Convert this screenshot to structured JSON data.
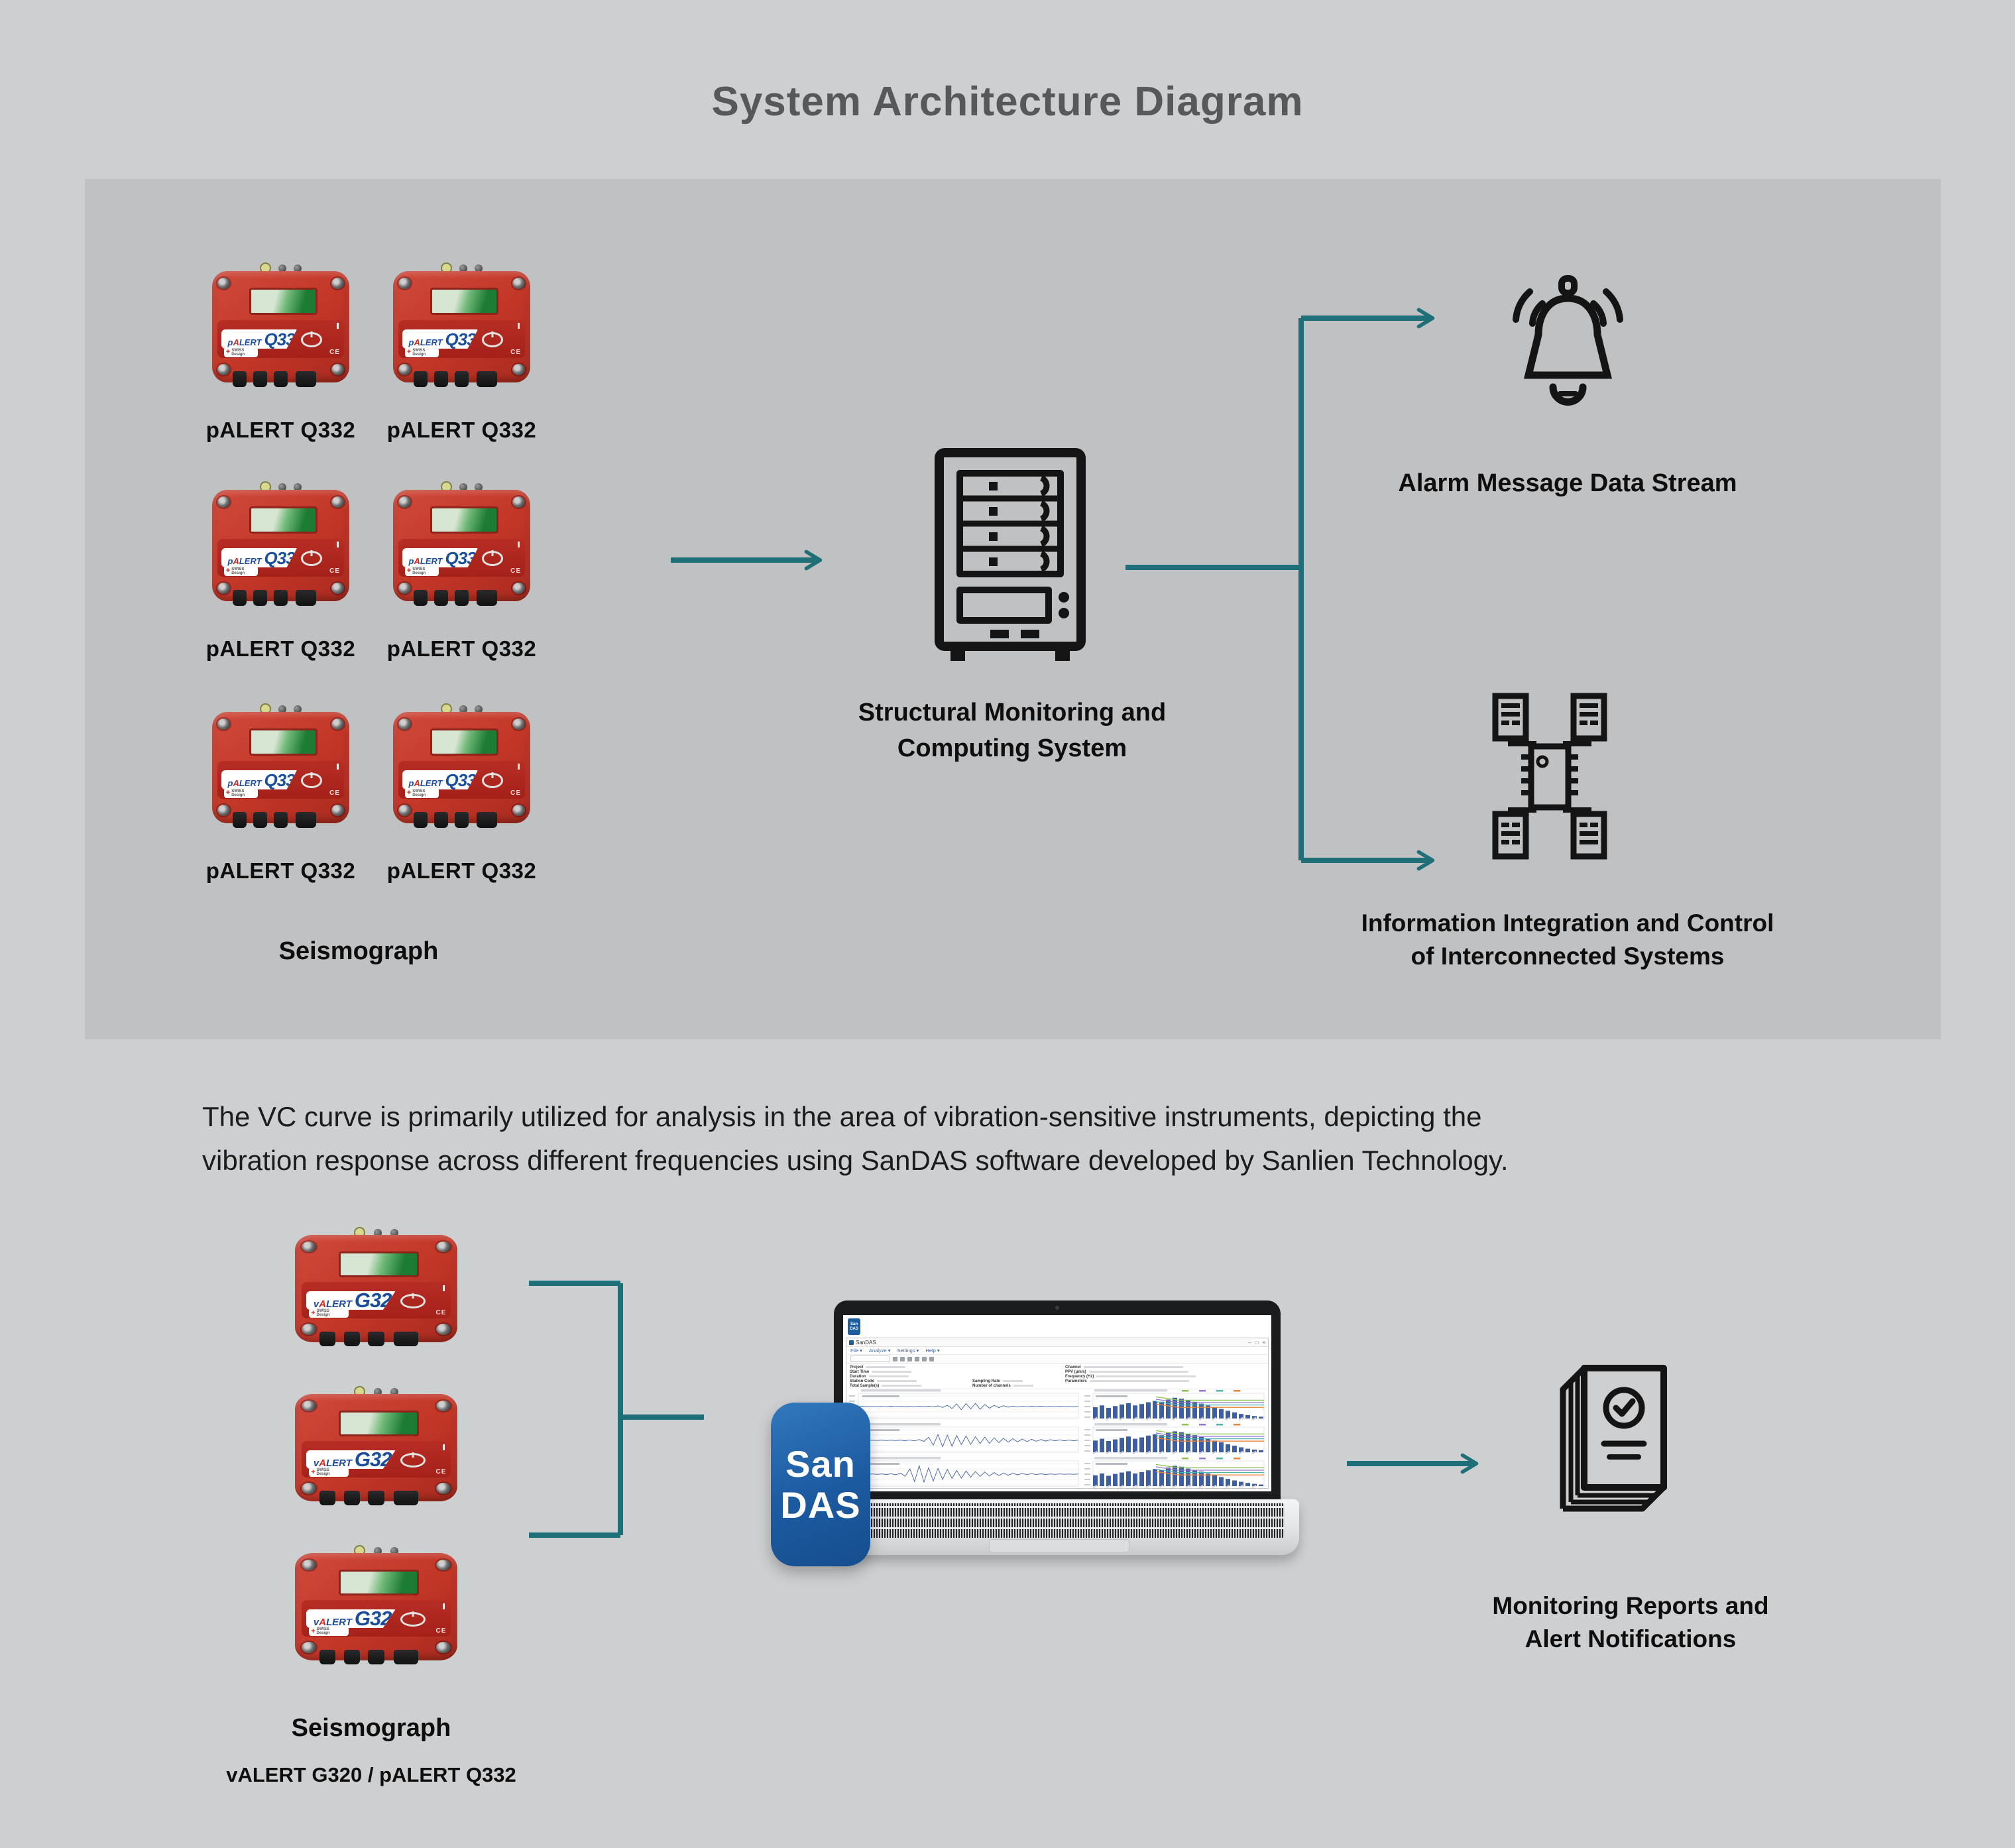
{
  "title": "System Architecture Diagram",
  "colors": {
    "background": "#cdcfd1",
    "panel": "#c0c1c3",
    "accent_teal": "#1f6f78",
    "device_red": "#c23627",
    "brand_blue": "#1a4e9c",
    "sandas_blue": "#1c5aa0",
    "chart_bar_blue": "#3b5ea9",
    "title_gray": "#57585a"
  },
  "top_section": {
    "device_brand": {
      "initial": "p",
      "letter_a": "A",
      "rest": "LERT",
      "model": "Q332",
      "ce_mark": "CE",
      "swiss_line1": "SWISS",
      "swiss_line2": "Design",
      "swiss_cross": "+"
    },
    "device_captions": [
      "pALERT Q332",
      "pALERT Q332",
      "pALERT Q332",
      "pALERT Q332",
      "pALERT Q332",
      "pALERT Q332"
    ],
    "group_label": "Seismograph",
    "server_label": {
      "line1": "Structural Monitoring and",
      "line2": "Computing System"
    },
    "alarm_label": "Alarm Message Data Stream",
    "integration_label": {
      "line1": "Information Integration and Control",
      "line2": "of Interconnected Systems"
    }
  },
  "description": {
    "line1": "The VC curve is primarily utilized for analysis in the area of vibration-sensitive instruments, depicting the",
    "line2": "vibration response across different frequencies using SanDAS software developed by Sanlien Technology."
  },
  "bottom_section": {
    "device_brand": {
      "initial": "v",
      "letter_a": "A",
      "rest": "LERT",
      "model": "G320",
      "ce_mark": "CE",
      "swiss_line1": "SWISS",
      "swiss_line2": "Design",
      "swiss_cross": "+"
    },
    "device_count": 3,
    "group_label": "Seismograph",
    "group_sublabel": "vALERT G320 / pALERT Q332",
    "report_label": {
      "line1": "Monitoring Reports and",
      "line2": "Alert Notifications"
    }
  },
  "sandas_icon": {
    "line1": "San",
    "line2": "DAS"
  },
  "laptop": {
    "logo_line1": "San",
    "logo_line2": "DAS",
    "window_title": "SanDAS",
    "window_controls": [
      "–",
      "□",
      "×"
    ],
    "menus": [
      "File",
      "Analyze",
      "Settings",
      "Help"
    ],
    "menu_caret": "▾",
    "info_labels_left": [
      "Project",
      "Start Time",
      "Duration",
      "Station Code",
      "Total Sample(s)"
    ],
    "info_labels_mid": [
      "Sampling Rate",
      "Number of channels"
    ],
    "info_labels_right": [
      "Channel",
      "PPV (μm/s)",
      "Frequency (Hz)",
      "Parameters"
    ]
  },
  "chart_data": {
    "type": "composite",
    "rows": [
      {
        "waveform": [
          0,
          0.02,
          -0.02,
          0.01,
          -0.01,
          0.02,
          -0.02,
          0.03,
          -0.02,
          0.02,
          -0.03,
          0.02,
          -0.02,
          0.04,
          -0.03,
          0.03,
          -0.04,
          0.06,
          -0.08,
          0.12,
          -0.18,
          0.25,
          -0.3,
          0.28,
          -0.22,
          0.3,
          -0.26,
          0.2,
          -0.15,
          0.12,
          -0.1,
          0.08,
          -0.06,
          0.05,
          -0.05,
          0.04,
          -0.04,
          0.03,
          -0.03,
          0.03,
          -0.02,
          0.02,
          -0.02,
          0.02,
          -0.01,
          0.01,
          -0.01,
          0.01
        ],
        "bars": [
          0.5,
          0.58,
          0.47,
          0.55,
          0.62,
          0.68,
          0.58,
          0.64,
          0.72,
          0.78,
          0.74,
          0.84,
          0.92,
          0.88,
          0.8,
          0.74,
          0.66,
          0.58,
          0.5,
          0.42,
          0.34,
          0.27,
          0.2,
          0.15,
          0.11,
          0.08
        ]
      },
      {
        "waveform": [
          0,
          0.01,
          -0.01,
          0.01,
          -0.01,
          0.02,
          -0.02,
          0.02,
          -0.02,
          0.03,
          -0.03,
          0.04,
          -0.05,
          0.08,
          -0.1,
          0.3,
          -0.45,
          0.55,
          -0.6,
          0.5,
          -0.55,
          0.45,
          -0.4,
          0.42,
          -0.38,
          0.35,
          -0.3,
          0.32,
          -0.28,
          0.25,
          -0.22,
          0.2,
          -0.18,
          0.16,
          -0.15,
          0.13,
          -0.12,
          0.1,
          -0.09,
          0.08,
          -0.07,
          0.06,
          -0.05,
          0.05,
          -0.04,
          0.03,
          -0.03,
          0.02
        ],
        "bars": [
          0.52,
          0.6,
          0.5,
          0.57,
          0.64,
          0.7,
          0.6,
          0.66,
          0.74,
          0.8,
          0.76,
          0.86,
          0.93,
          0.89,
          0.82,
          0.76,
          0.68,
          0.6,
          0.52,
          0.44,
          0.36,
          0.29,
          0.22,
          0.16,
          0.12,
          0.09
        ]
      },
      {
        "waveform": [
          0,
          0.01,
          -0.01,
          0.02,
          -0.02,
          0.02,
          -0.03,
          0.04,
          -0.06,
          0.1,
          -0.2,
          0.5,
          -0.7,
          0.8,
          -0.75,
          0.6,
          -0.65,
          0.55,
          -0.5,
          0.45,
          -0.4,
          0.35,
          -0.38,
          0.3,
          -0.28,
          0.25,
          -0.22,
          0.2,
          -0.17,
          0.15,
          -0.13,
          0.11,
          -0.1,
          0.08,
          -0.07,
          0.06,
          -0.05,
          0.05,
          -0.04,
          0.03,
          -0.03,
          0.02,
          -0.02,
          0.02,
          -0.01,
          0.01,
          -0.01,
          0.01
        ],
        "bars": [
          0.48,
          0.56,
          0.46,
          0.54,
          0.6,
          0.66,
          0.56,
          0.62,
          0.7,
          0.76,
          0.72,
          0.82,
          0.9,
          0.86,
          0.78,
          0.72,
          0.64,
          0.56,
          0.48,
          0.4,
          0.32,
          0.25,
          0.19,
          0.14,
          0.1,
          0.07
        ]
      }
    ],
    "vc_lines": [
      {
        "color": "#8bc34a",
        "level": 0.28
      },
      {
        "color": "#9575cd",
        "level": 0.4
      },
      {
        "color": "#4db6ac",
        "level": 0.52
      },
      {
        "color": "#e8833a",
        "level": 0.64
      }
    ],
    "bar_color": "#3b5ea9",
    "wave_color": "#3f63a8"
  }
}
